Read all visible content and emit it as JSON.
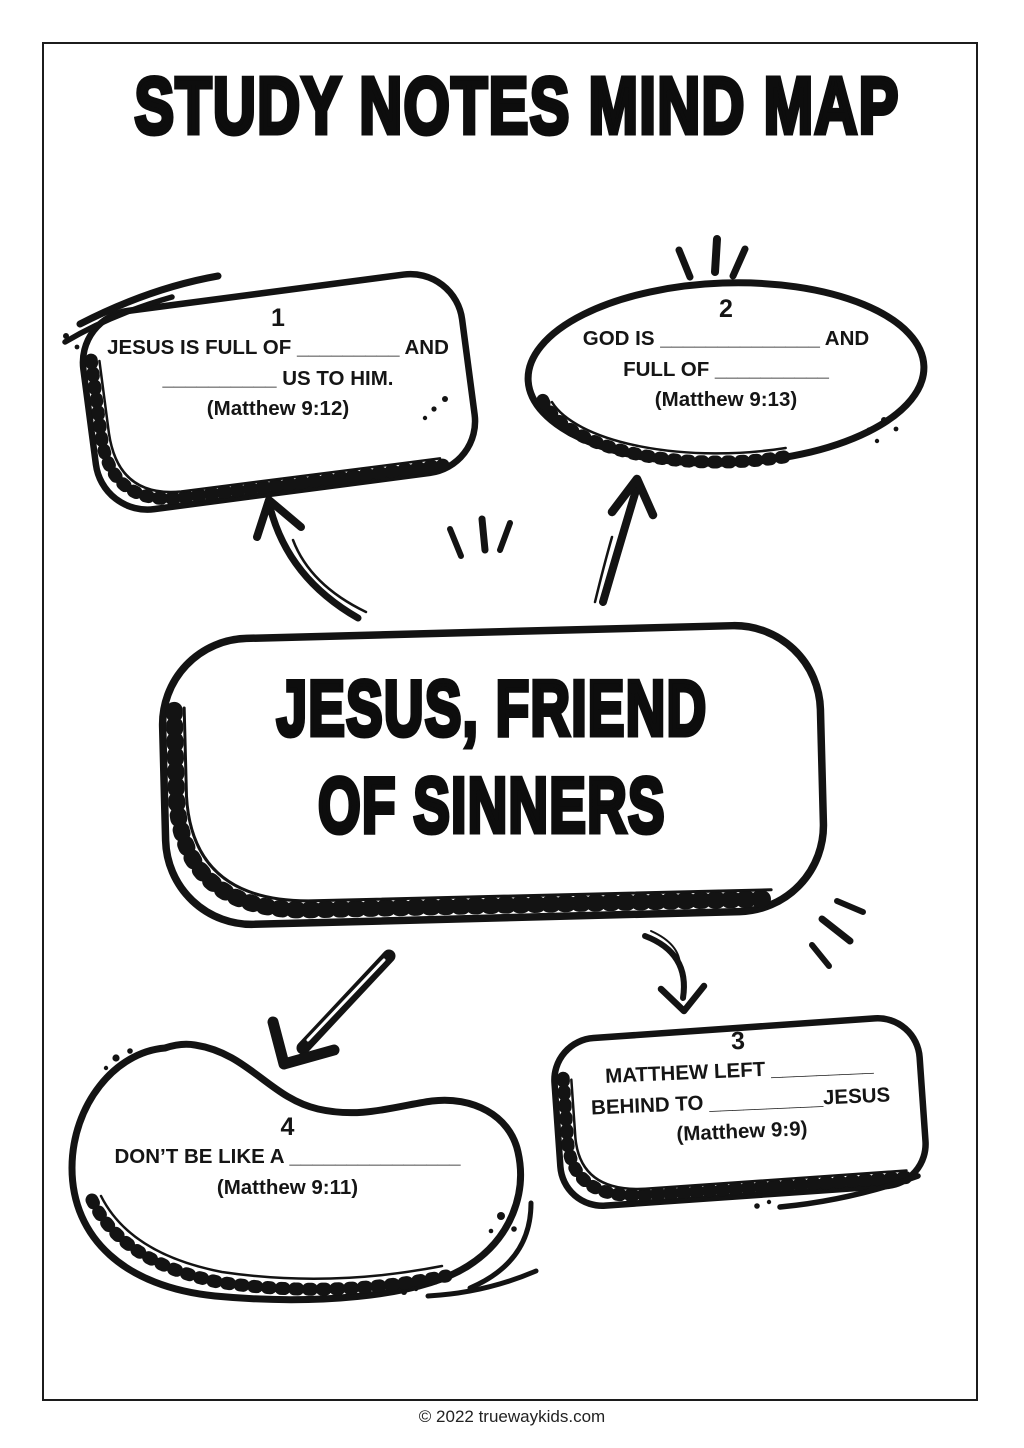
{
  "page": {
    "title": "STUDY NOTES MIND MAP",
    "footer": "© 2022 truewaykids.com"
  },
  "center": {
    "line1": "JESUS, FRIEND",
    "line2": "OF SINNERS"
  },
  "nodes": [
    {
      "number": "1",
      "line1": "JESUS IS FULL OF _________ AND",
      "line2": "__________ US TO HIM.",
      "line3": "(Matthew 9:12)"
    },
    {
      "number": "2",
      "line1": "GOD IS ______________ AND",
      "line2": "FULL OF __________",
      "line3": "(Matthew 9:13)"
    },
    {
      "number": "3",
      "line1": "MATTHEW LEFT _________",
      "line2": "BEHIND TO __________JESUS",
      "line3": "(Matthew 9:9)"
    },
    {
      "number": "4",
      "line1": "DON’T BE LIKE A _______________",
      "line2": "(Matthew 9:11)"
    }
  ],
  "colors": {
    "ink": "#131313",
    "background": "#ffffff"
  }
}
